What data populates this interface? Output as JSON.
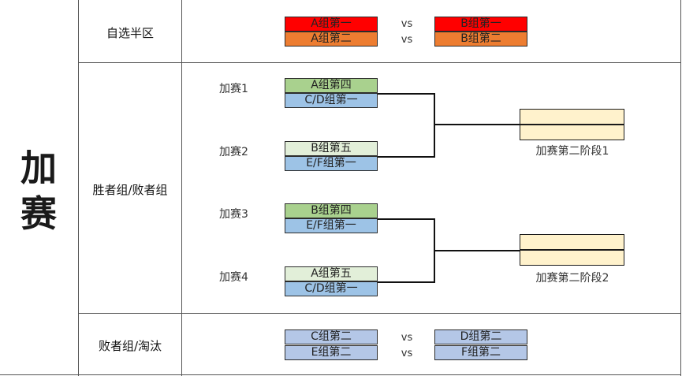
{
  "title": [
    "加",
    "赛"
  ],
  "sections": {
    "self_select": "自选半区",
    "winner_loser": "胜者组/败者组",
    "loser_elim": "败者组/淘汰"
  },
  "vs": "vs",
  "colors": {
    "red": "#ff0000",
    "orange": "#ed7d31",
    "green_dark": "#a9d18e",
    "green_light": "#e2efd9",
    "blue": "#9dc3e6",
    "lavender": "#b4c7e7",
    "stage_fill": "#fff2cc"
  },
  "self_select_rows": [
    {
      "left": "A组第一",
      "right": "B组第一"
    },
    {
      "left": "A组第二",
      "right": "B组第二"
    }
  ],
  "matches": [
    {
      "label": "加赛1",
      "top": "A组第四",
      "bottom": "C/D组第一"
    },
    {
      "label": "加赛2",
      "top": "B组第五",
      "bottom": "E/F组第一"
    },
    {
      "label": "加赛3",
      "top": "B组第四",
      "bottom": "E/F组第一"
    },
    {
      "label": "加赛4",
      "top": "A组第五",
      "bottom": "C/D组第一"
    }
  ],
  "stages": [
    "加赛第二阶段1",
    "加赛第二阶段2"
  ],
  "elim_rows": [
    {
      "left": "C组第二",
      "right": "D组第二"
    },
    {
      "left": "E组第二",
      "right": "F组第二"
    }
  ]
}
